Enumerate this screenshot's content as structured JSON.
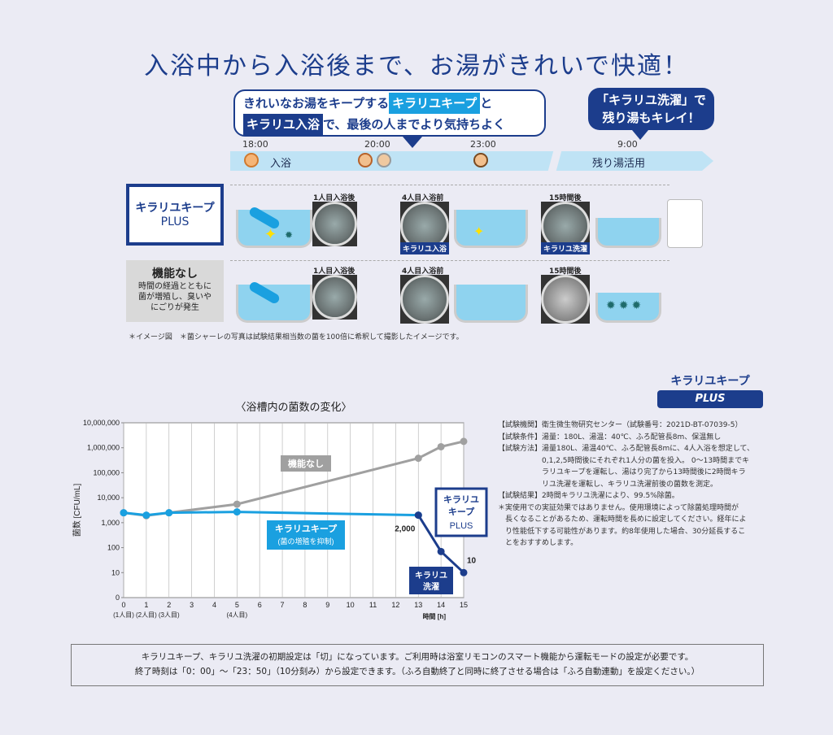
{
  "headline": "入浴中から入浴後まで、お湯がきれいで快適！",
  "bubble1": {
    "line1_pre": "きれいなお湯をキープする",
    "line1_hl": "キラリユキープ",
    "line1_post": "と",
    "line2_hl": "キラリユ入浴",
    "line2_post": "で、最後の人までより気持ちよく"
  },
  "bubble2": {
    "line1": "「キラリユ洗濯」で",
    "line2": "残り湯もキレイ！"
  },
  "timeline": {
    "times": [
      "18:00",
      "20:00",
      "23:00",
      "9:00"
    ],
    "labels": {
      "bath": "入浴",
      "leftover": "残り湯活用"
    }
  },
  "rows": {
    "plus": {
      "line1": "キラリユキープ",
      "line2": "PLUS"
    },
    "none": {
      "title": "機能なし",
      "line1": "時間の経過とともに",
      "line2": "菌が増殖し、臭いや",
      "line3": "にごりが発生"
    }
  },
  "captions": {
    "after_first": "1人目入浴後",
    "before_fourth": "4人目入浴前",
    "after_15h": "15時間後",
    "tag_bath": "キラリユ入浴",
    "tag_wash": "キラリユ洗濯"
  },
  "footnote": "＊イメージ図　＊菌シャーレの写真は試験結果相当数の菌を100倍に希釈して撮影したイメージです。",
  "logo": {
    "top": "キラリユキープ",
    "bottom": "PLUS"
  },
  "info": [
    "【試験機関】衛生微生物研究センター（試験番号：2021D-BT-07039-5）",
    "【試験条件】湯量：180L、湯温：40℃、ふろ配管長8m、保温無し",
    "【試験方法】湯量180L、湯温40℃、ふろ配管長8mに、4人入浴を想定して、",
    "　　　　　　0,1,2,5時間後にそれぞれ1人分の菌を投入。 0～13時間までキ",
    "　　　　　　ラリユキープを運転し、湯はり完了から13時間後に2時間キラ",
    "　　　　　　リユ洗濯を運転し、キラリユ洗濯前後の菌数を測定。",
    "【試験結果】2時間キラリユ洗濯により、99.5%除菌。",
    "＊実使用での実証効果ではありません。使用環境によって除菌処理時間が",
    "　長くなることがあるため、運転時間を長めに設定してください。経年によ",
    "　り性能低下する可能性があります。約8年使用した場合、30分延長するこ",
    "　とをおすすめします。"
  ],
  "bottom_box": {
    "line1": "キラリユキープ、キラリユ洗濯の初期設定は「切」になっています。ご利用時は浴室リモコンのスマート機能から運転モードの設定が必要です。",
    "line2": "終了時刻は「0：00」～「23：50」（10分刻み）から設定できます。（ふろ自動終了と同時に終了させる場合は「ふろ自動連動」を設定ください。）"
  },
  "chart_data": {
    "type": "line",
    "title": "〈浴槽内の菌数の変化〉",
    "ylabel": "菌数 [CFU/mL]",
    "xlabel": "時間 [h]",
    "yscale": "log",
    "ylim": [
      0,
      10000000
    ],
    "xlim": [
      0,
      15
    ],
    "grid": "vertical",
    "y_ticks": [
      "0",
      "10",
      "100",
      "1,000",
      "10,000",
      "100,000",
      "1,000,000",
      "10,000,000"
    ],
    "x_ticks": [
      "0",
      "1",
      "2",
      "3",
      "4",
      "5",
      "6",
      "7",
      "8",
      "9",
      "10",
      "11",
      "12",
      "13",
      "14",
      "15"
    ],
    "x_sublabels": [
      {
        "x": 0,
        "text": "(1人目)"
      },
      {
        "x": 1,
        "text": "(2人目)"
      },
      {
        "x": 2,
        "text": "(3人目)"
      },
      {
        "x": 5,
        "text": "(4人目)"
      }
    ],
    "series": [
      {
        "name": "機能なし",
        "color": "#a0a0a0",
        "points": [
          [
            0,
            2500
          ],
          [
            1,
            1900
          ],
          [
            2,
            2500
          ],
          [
            5,
            5500
          ],
          [
            13,
            380000
          ],
          [
            14,
            1100000
          ],
          [
            15,
            1800000
          ]
        ]
      },
      {
        "name": "キラリユキープ",
        "note": "(菌の増殖を抑制)",
        "color": "#1aa0e0",
        "points": [
          [
            0,
            2500
          ],
          [
            1,
            2000
          ],
          [
            2,
            2500
          ],
          [
            5,
            2700
          ],
          [
            13,
            2000
          ]
        ]
      },
      {
        "name": "キラリユ洗濯",
        "color": "#1c3d8c",
        "points": [
          [
            13,
            2000
          ],
          [
            14,
            70
          ],
          [
            15,
            10
          ]
        ]
      }
    ],
    "annotations": [
      {
        "text": "2,000",
        "x": 13,
        "y": 2000
      },
      {
        "text": "10",
        "x": 15,
        "y": 10
      }
    ],
    "callout": {
      "line1": "キラリユ",
      "line2": "キープ",
      "line3": "PLUS"
    }
  }
}
